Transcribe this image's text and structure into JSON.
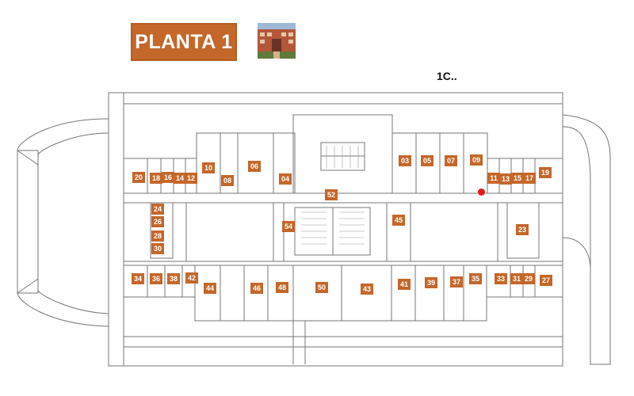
{
  "header": {
    "floor_title": "PLANTA 1",
    "caption": "1C..",
    "brand_color": "#c4672a"
  },
  "legend": {
    "photo_icon": "building-photo-icon",
    "marker_icon": "location-marker-icon",
    "marker_color": "#e31b1b"
  },
  "rooms": [
    "20",
    "18",
    "16",
    "14",
    "12",
    "10",
    "08",
    "06",
    "04",
    "03",
    "05",
    "07",
    "09",
    "11",
    "13",
    "15",
    "17",
    "19",
    "52",
    "24",
    "26",
    "45",
    "54",
    "28",
    "23",
    "30",
    "34",
    "36",
    "38",
    "42",
    "44",
    "46",
    "48",
    "50",
    "43",
    "41",
    "39",
    "37",
    "35",
    "33",
    "31",
    "29",
    "27"
  ]
}
